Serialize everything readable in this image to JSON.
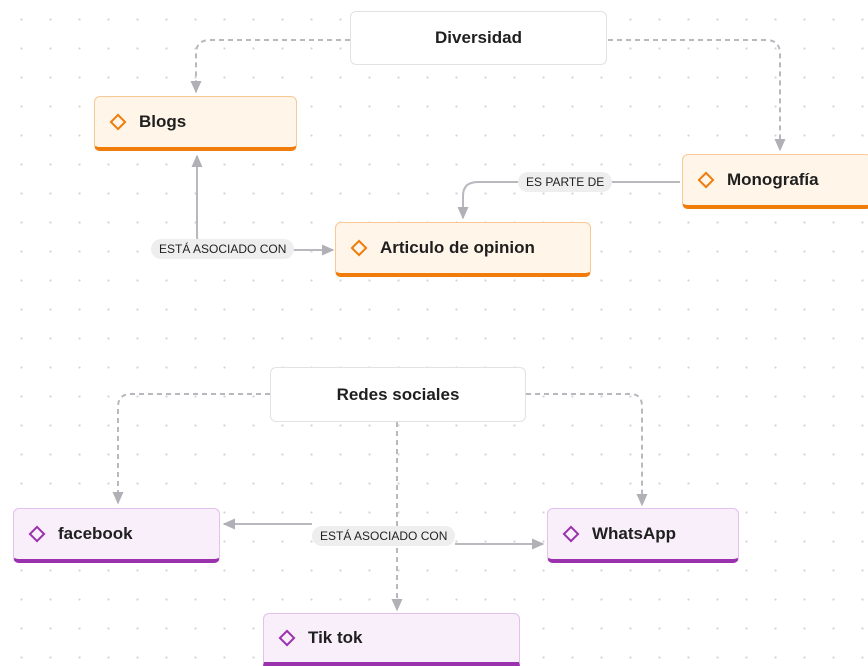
{
  "topics": {
    "diversidad": "Diversidad",
    "redes_sociales": "Redes sociales"
  },
  "nodes": {
    "blogs": "Blogs",
    "monografia": "Monografía",
    "articulo": "Articulo de opinion",
    "facebook": "facebook",
    "whatsapp": "WhatsApp",
    "tiktok": "Tik tok"
  },
  "edge_labels": {
    "blogs_articulo": "ESTÁ ASOCIADO CON",
    "monografia_articulo": "ES PARTE DE",
    "facebook_whatsapp": "ESTÁ ASOCIADO CON"
  },
  "colors": {
    "orange_accent": "#f07c0c",
    "purple_accent": "#9a32ad",
    "connector": "#b8b8be"
  }
}
